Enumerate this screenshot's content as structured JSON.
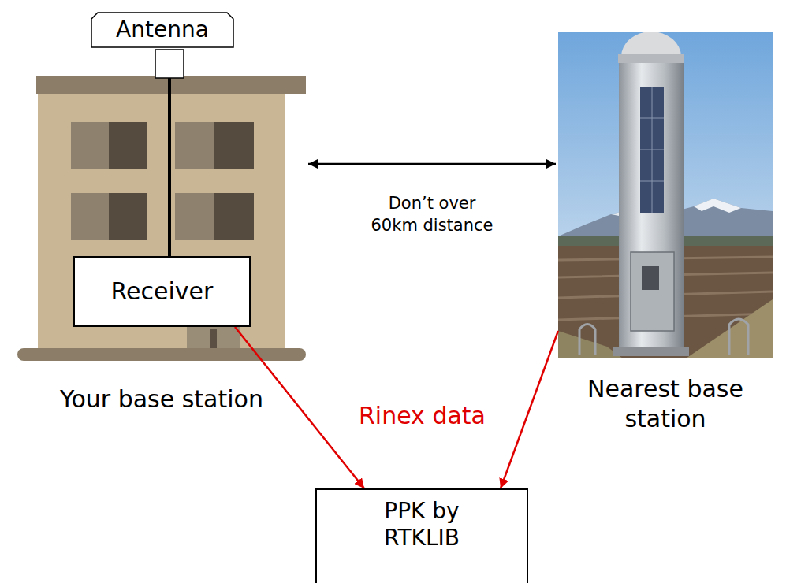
{
  "diagram": {
    "nodes": [
      {
        "text": [
          "Your base station"
        ]
      },
      {
        "text": [
          "Antenna"
        ],
        "in": 0
      },
      {
        "text": [
          "Receiver"
        ],
        "in": 0
      },
      {
        "text": [
          "Nearest base station"
        ]
      },
      {
        "text": [
          "PPK by RTKLIB"
        ]
      }
    ],
    "edges": [
      {
        "from": 0,
        "to": 3,
        "arrow": "both",
        "label": "Don’t over 60km distance"
      },
      {
        "from": 2,
        "to": 4,
        "arrow": "to"
      },
      {
        "from": 3,
        "to": 4,
        "arrow": "to"
      }
    ],
    "labels": [
      "Rinex data"
    ]
  }
}
